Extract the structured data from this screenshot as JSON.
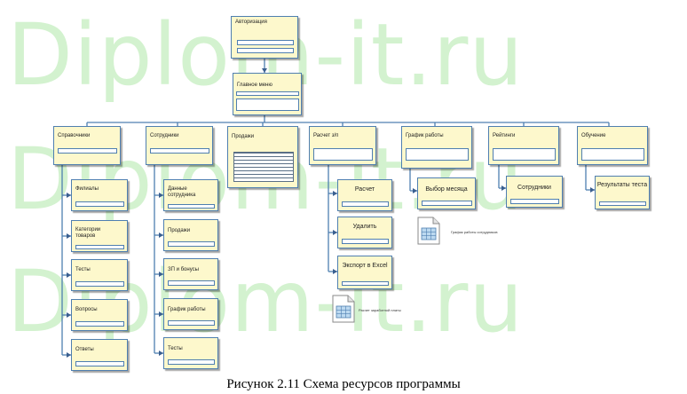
{
  "watermark": [
    "Diplom-it.ru",
    "Diplom-it.ru",
    "Diplom-it.ru"
  ],
  "caption": "Рисунок 2.11 Схема ресурсов программы",
  "nodes": {
    "auth": "Авторизация",
    "main_menu": "Главное меню",
    "sprav": "Справочники",
    "sotr": "Сотрудники",
    "prod": "Продажи",
    "raschet": "Расчет з/п",
    "grafik": "График работы",
    "reiting": "Рейтинги",
    "obuch": "Обучение",
    "filialy": "Филиалы",
    "kategorii": "Категории товаров",
    "testy": "Тесты",
    "voprosy": "Вопросы",
    "otvety": "Ответы",
    "dannye": "Данные сотрудника",
    "prodazhi2": "Продажи",
    "zp": "ЗП и бонусы",
    "grafik2": "График работы",
    "testy2": "Тесты",
    "raschet2": "Расчет",
    "udalit": "Удалить",
    "eksport": "Экспорт в Excel",
    "vybor": "Выбор месяца",
    "sotrudniki2": "Сотрудники",
    "rezultaty": "Результаты теста"
  },
  "docs": {
    "grafik_doc": "График работы сотрудников",
    "zp_doc": "Расчет заработной платы"
  }
}
